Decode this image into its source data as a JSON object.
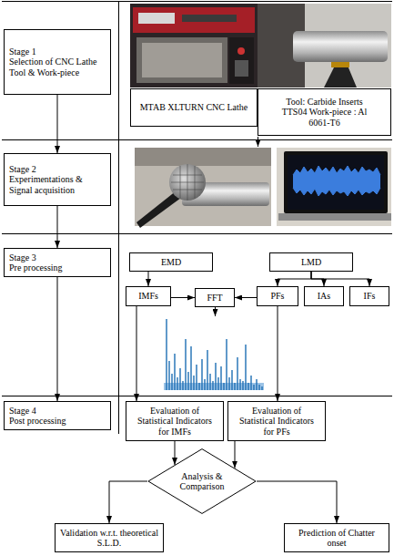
{
  "diagram": {
    "nodes": [
      {
        "text": [
          "Stage 1",
          "Selection of CNC Lathe Tool & Work-piece"
        ]
      },
      {
        "text": [
          "MTAB XLTURN CNC Lathe"
        ]
      },
      {
        "text": [
          "Tool: Carbide Inserts TTS04 Work-piece : Al 6061-T6"
        ]
      },
      {
        "text": [
          "Stage 2",
          "Experimentations & Signal acquisition"
        ]
      },
      {
        "text": [
          "Stage 3",
          "Pre processing"
        ]
      },
      {
        "text": [
          "EMD"
        ]
      },
      {
        "text": [
          "LMD"
        ]
      },
      {
        "text": [
          "IMFs"
        ]
      },
      {
        "text": [
          "PFs"
        ]
      },
      {
        "text": [
          "IAs"
        ]
      },
      {
        "text": [
          "IFs"
        ]
      },
      {
        "text": [
          "FFT"
        ]
      },
      {
        "text": [
          "Stage 4",
          "Post processing"
        ]
      },
      {
        "text": [
          "Evaluation of Statistical Indicators for IMFs"
        ]
      },
      {
        "text": [
          "Evaluation of Statistical Indicators for PFs"
        ]
      },
      {
        "text": [
          "Analysis & Comparison"
        ]
      },
      {
        "text": [
          "Validation w.r.t. theoretical S.L.D."
        ]
      },
      {
        "text": [
          "Prediction of Chatter onset"
        ]
      }
    ],
    "edges": [
      {
        "from": 0,
        "to": 3,
        "arrow": "to"
      },
      {
        "from": 3,
        "to": 4,
        "arrow": "to"
      },
      {
        "from": 4,
        "to": 12,
        "arrow": "to"
      },
      {
        "from": 5,
        "to": 7,
        "arrow": "to"
      },
      {
        "from": 6,
        "to": 8,
        "arrow": "to"
      },
      {
        "from": 6,
        "to": 9,
        "arrow": "to"
      },
      {
        "from": 6,
        "to": 10,
        "arrow": "to"
      },
      {
        "from": 7,
        "to": 11,
        "arrow": "to"
      },
      {
        "from": 8,
        "to": 11,
        "arrow": "to"
      },
      {
        "from": 7,
        "to": 13,
        "arrow": "to"
      },
      {
        "from": 8,
        "to": 14,
        "arrow": "to"
      },
      {
        "from": 13,
        "to": 15,
        "arrow": "to"
      },
      {
        "from": 14,
        "to": 15,
        "arrow": "to"
      },
      {
        "from": 15,
        "to": 16,
        "arrow": "to"
      },
      {
        "from": 15,
        "to": 17,
        "arrow": "to"
      }
    ]
  }
}
